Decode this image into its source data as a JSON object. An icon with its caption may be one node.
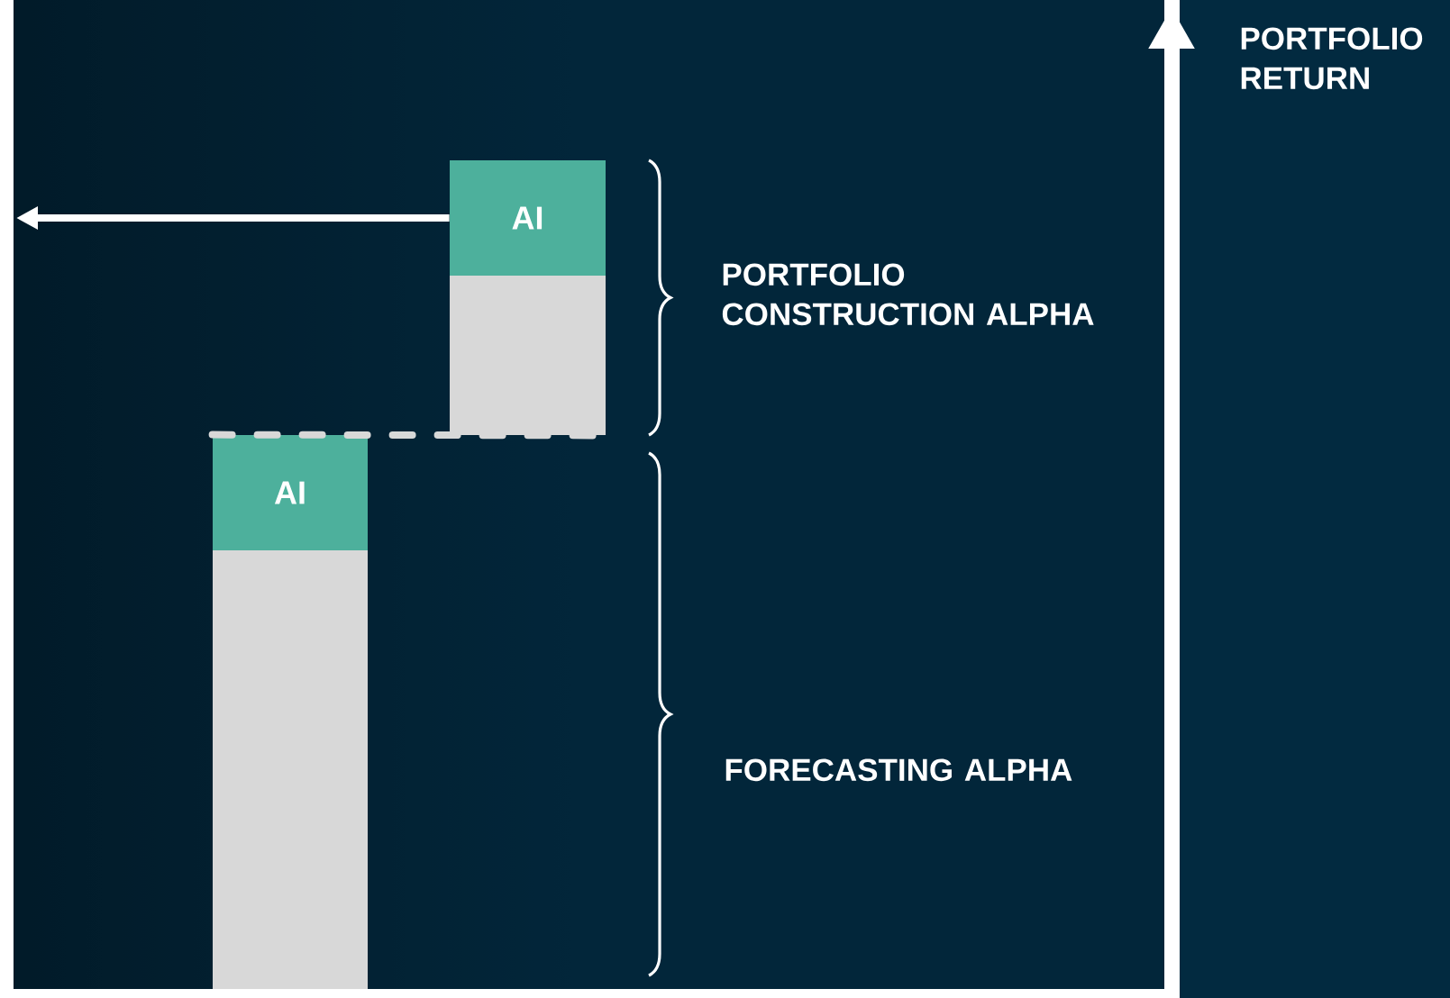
{
  "diagram": {
    "nodes": [
      {
        "text": [
          "AI"
        ]
      },
      {
        "text": [],
        "shape": "box"
      },
      {
        "text": [
          "AI"
        ]
      },
      {
        "text": [],
        "shape": "box"
      }
    ],
    "edges": [
      {
        "from": 0,
        "to": null,
        "arrow": "to"
      },
      {
        "from": 2,
        "to": 1,
        "arrow": "none",
        "style": "dashed",
        "color": "#d8d8d8"
      }
    ],
    "labels": [
      "PORTFOLIO RETURN",
      "PORTFOLIO CONSTRUCTION ALPHA",
      "FORECASTING ALPHA"
    ]
  }
}
